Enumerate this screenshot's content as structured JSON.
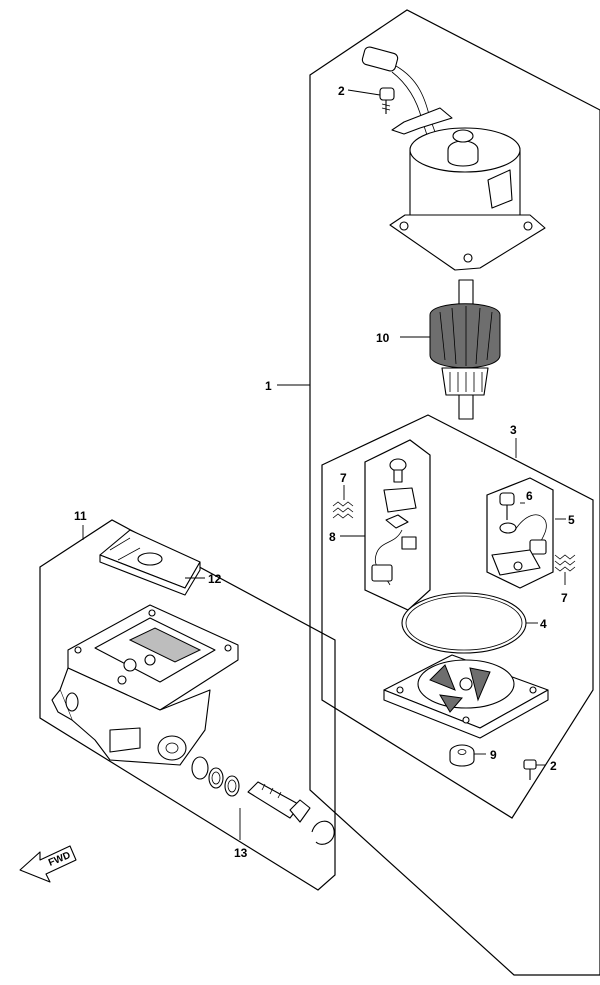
{
  "callouts": {
    "c1": "1",
    "c2_top": "2",
    "c2_bottom": "2",
    "c3": "3",
    "c4": "4",
    "c5": "5",
    "c6": "6",
    "c7_left": "7",
    "c7_right": "7",
    "c8": "8",
    "c9": "9",
    "c10": "10",
    "c11": "11",
    "c12": "12",
    "c13": "13"
  },
  "fwd_label": "FWD"
}
